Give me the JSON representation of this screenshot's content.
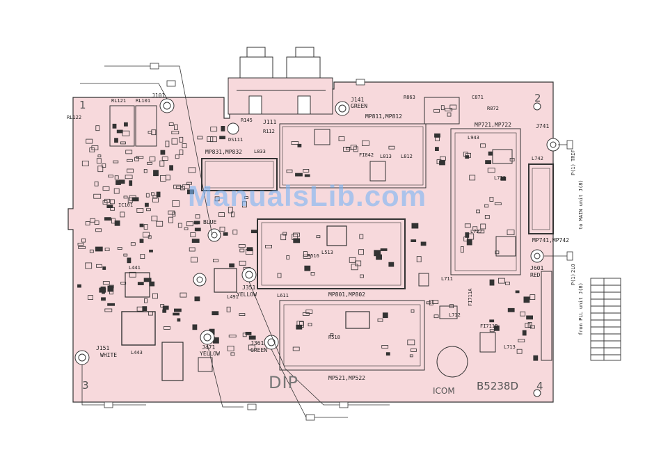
{
  "board": {
    "model": "B5238D",
    "maker": "ICOM",
    "side": "DIP",
    "board_number": "4",
    "corner_numbers": {
      "top_left": "1",
      "top_right": "2",
      "bottom_left": "3"
    }
  },
  "connectors": {
    "j101": "J101",
    "j111": "J111",
    "j141": "J141",
    "j141_color": "GREEN",
    "j151": "J151",
    "j151_color": "WHITE",
    "j351": "J351",
    "j351_color": "YELLOW",
    "j361": "J361",
    "j361_color": "GREEN",
    "j471": "J471",
    "j471_color": "YELLOW",
    "j601": "J601",
    "j601_color": "RED",
    "j741": "J741",
    "blue": "BLUE"
  },
  "external": {
    "to_main_pin": "P(1)",
    "to_main_signal": "TRIF",
    "to_main": "to MAIN unit J(8)",
    "from_pll_pin": "P(1)",
    "from_pll_signal": "2LO",
    "from_pll": "from PLL unit J(8)"
  },
  "shields": {
    "mp811": "MP811,MP812",
    "mp831": "MP831,MP832",
    "mp721": "MP721,MP722",
    "mp741": "MP741,MP742",
    "mp801": "MP801,MP802",
    "mp521": "MP521,MP522"
  },
  "parts": {
    "rl122": "RL122",
    "rl121": "RL121",
    "rl101": "RL101",
    "ds111": "DS111",
    "r112": "R112",
    "r145": "R145",
    "l833": "L833",
    "fi842": "FI842",
    "l813": "L813",
    "l812": "L812",
    "r863": "R863",
    "c871": "C871",
    "r872": "R872",
    "l943": "L943",
    "l721": "L721",
    "l722": "L722",
    "l742": "L742",
    "l441": "L441",
    "l443": "L443",
    "l491": "L491",
    "r516": "R516",
    "r518": "R518",
    "l513": "L513",
    "l611": "L611",
    "fi711a": "FI711A",
    "fi711b": "FI711B",
    "l711": "L711",
    "l712": "L712",
    "l713": "L713",
    "ic101": "IC101"
  },
  "watermark": "ManualsLib.com",
  "colors": {
    "pcb": "#f7d9dc",
    "line": "#333333",
    "watermark": "#78b4f5"
  }
}
